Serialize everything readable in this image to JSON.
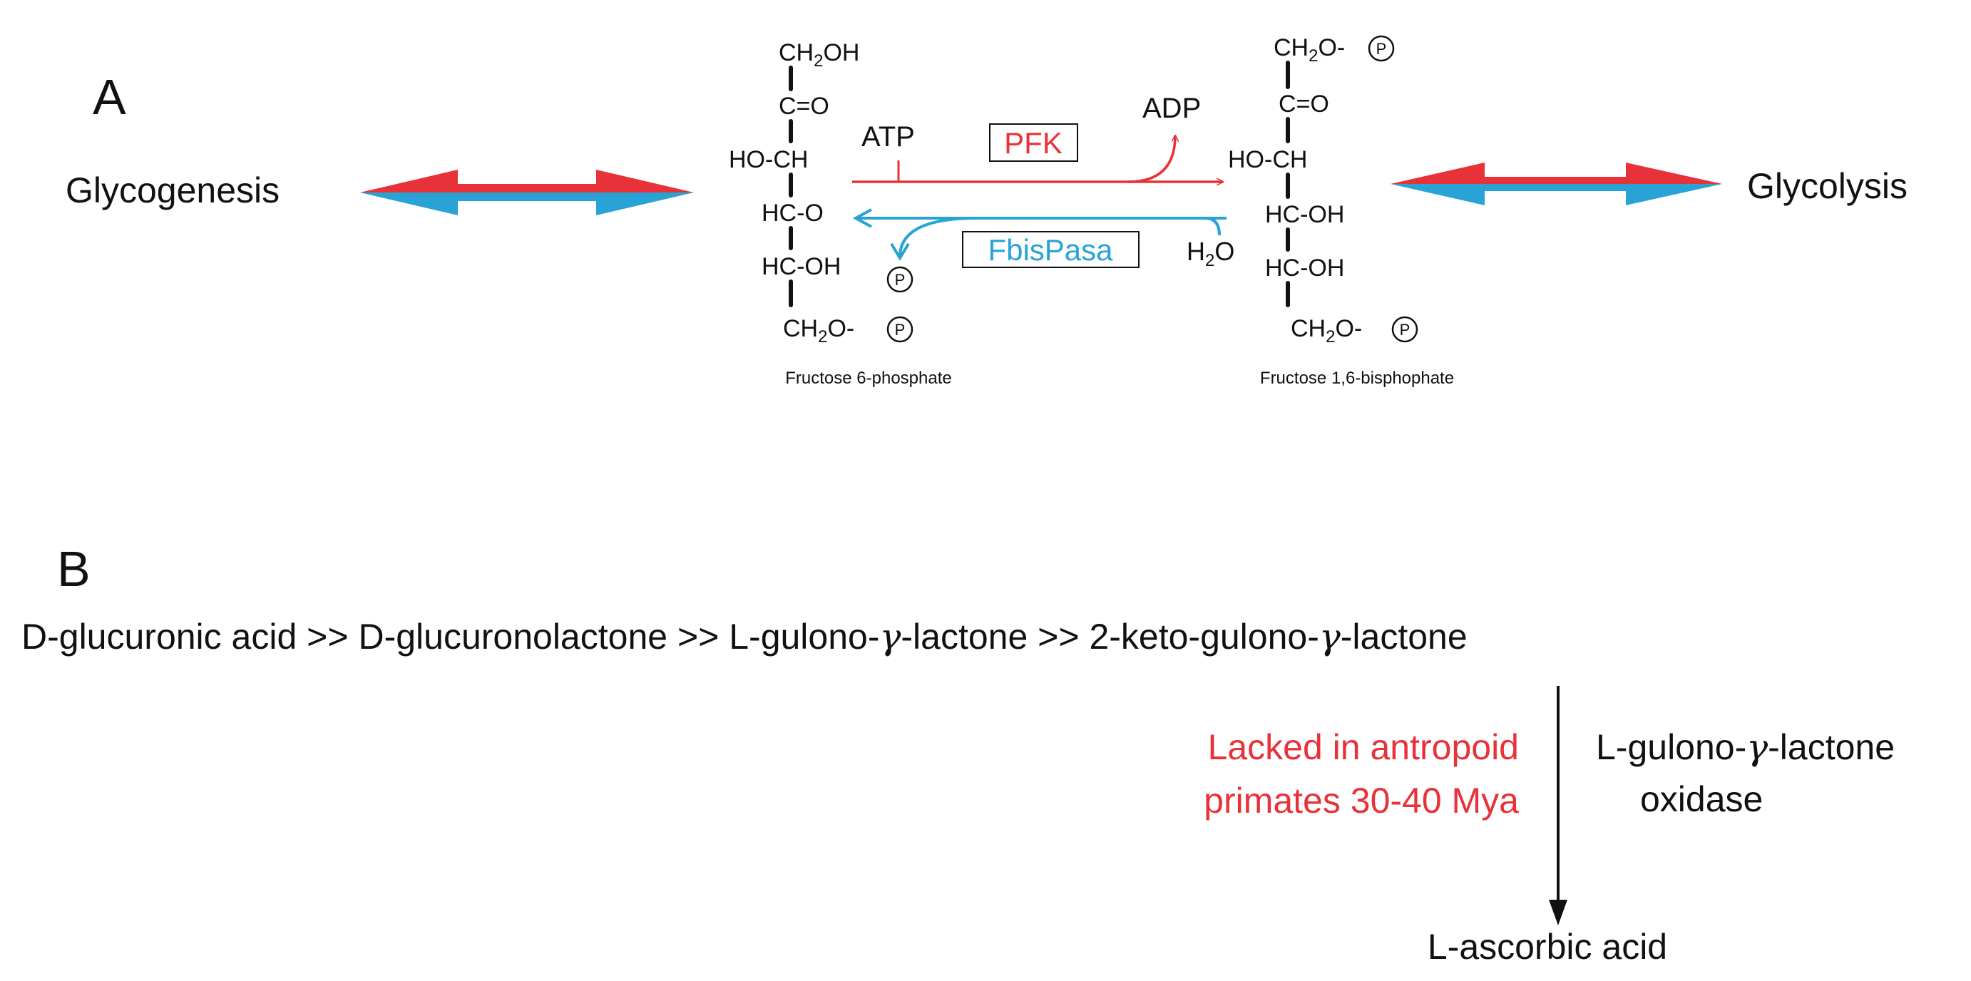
{
  "panel_a": {
    "label": "A",
    "left_process": "Glycogenesis",
    "right_process": "Glycolysis",
    "phosphate_symbol": "P",
    "subscript_2": "2",
    "f6p": {
      "row_top_a": "CH",
      "row_top_b": "OH",
      "row_2": "C=O",
      "row_3": "HO-CH",
      "row_4": "HC-O",
      "row_5": "HC-OH",
      "row_bottom_a": "CH",
      "row_bottom_b": "O-",
      "name": "Fructose 6-phosphate"
    },
    "f16bp": {
      "row_top_a": "CH",
      "row_top_b": "O-",
      "row_2": "C=O",
      "row_3": "HO-CH",
      "row_4": "HC-OH",
      "row_5": "HC-OH",
      "row_bottom_a": "CH",
      "row_bottom_b": "O-",
      "name": "Fructose 1,6-bisphophate"
    },
    "forward": {
      "input": "ATP",
      "enzyme": "PFK",
      "output": "ADP"
    },
    "reverse": {
      "input_a": "H",
      "input_b": "O",
      "enzyme": "FbisPasa"
    },
    "colors": {
      "forward": "#e8323a",
      "reverse": "#29a3d6"
    }
  },
  "panel_b": {
    "label": "B",
    "pathway": {
      "part1": "D-glucuronic acid >> D-glucuronolactone >> L-gulono-",
      "gamma1": "γ",
      "part2": "-lactone >> 2-keto-gulono-",
      "gamma2": "γ",
      "part3": "-lactone"
    },
    "lack_note_line1": "Lacked in antropoid",
    "lack_note_line2": "primates 30-40 Mya",
    "enzyme_line1_a": "L-gulono-",
    "enzyme_line1_gamma": "γ",
    "enzyme_line1_b": "-lactone",
    "enzyme_line2": "oxidase",
    "product": "L-ascorbic acid",
    "colors": {
      "note": "#e8323a"
    }
  }
}
